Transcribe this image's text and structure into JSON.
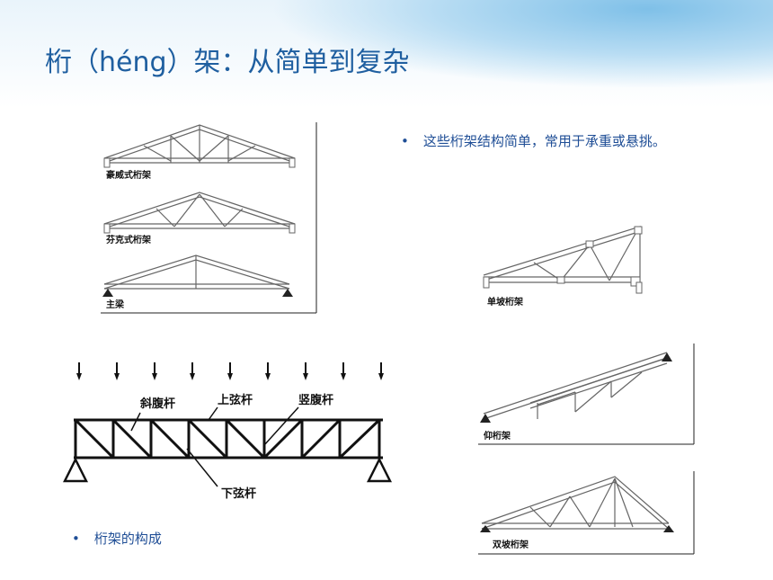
{
  "slide": {
    "title": "桁（héng）架：从简单到复杂",
    "bullet_1": "这些桁架结构简单，常用于承重或悬挑。",
    "bullet_2": "桁架的构成"
  },
  "figures": {
    "howe_label": "豪威式桁架",
    "fink_label": "芬克式桁架",
    "main_label": "主梁",
    "mono_label": "单坡桁架",
    "raised_label": "仰桁架",
    "double_label": "双坡桁架",
    "diagonal_label": "斜腹杆",
    "top_chord_label": "上弦杆",
    "vertical_label": "竖腹杆",
    "bottom_chord_label": "下弦杆"
  },
  "colors": {
    "title": "#1f5fa0",
    "text": "#1f4e96"
  }
}
